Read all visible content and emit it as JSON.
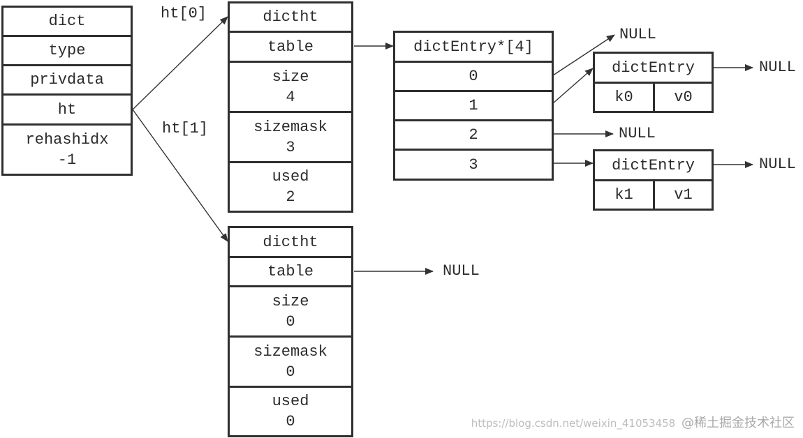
{
  "dict": {
    "title": "dict",
    "type": "type",
    "privdata": "privdata",
    "ht": "ht",
    "rehashidx_label": "rehashidx",
    "rehashidx_value": "-1"
  },
  "pointer_labels": {
    "ht0": "ht[0]",
    "ht1": "ht[1]"
  },
  "ht0": {
    "title": "dictht",
    "table": "table",
    "size_label": "size",
    "size_value": "4",
    "sizemask_label": "sizemask",
    "sizemask_value": "3",
    "used_label": "used",
    "used_value": "2"
  },
  "ht1": {
    "title": "dictht",
    "table": "table",
    "size_label": "size",
    "size_value": "0",
    "sizemask_label": "sizemask",
    "sizemask_value": "0",
    "used_label": "used",
    "used_value": "0"
  },
  "table_array": {
    "title": "dictEntry*[4]",
    "slots": [
      "0",
      "1",
      "2",
      "3"
    ]
  },
  "entries": [
    {
      "title": "dictEntry",
      "key": "k0",
      "value": "v0"
    },
    {
      "title": "dictEntry",
      "key": "k1",
      "value": "v1"
    }
  ],
  "null_text": "NULL",
  "watermark": {
    "url": "https://blog.csdn.net/weixin_41053458",
    "brand": "@稀土掘金技术社区"
  }
}
